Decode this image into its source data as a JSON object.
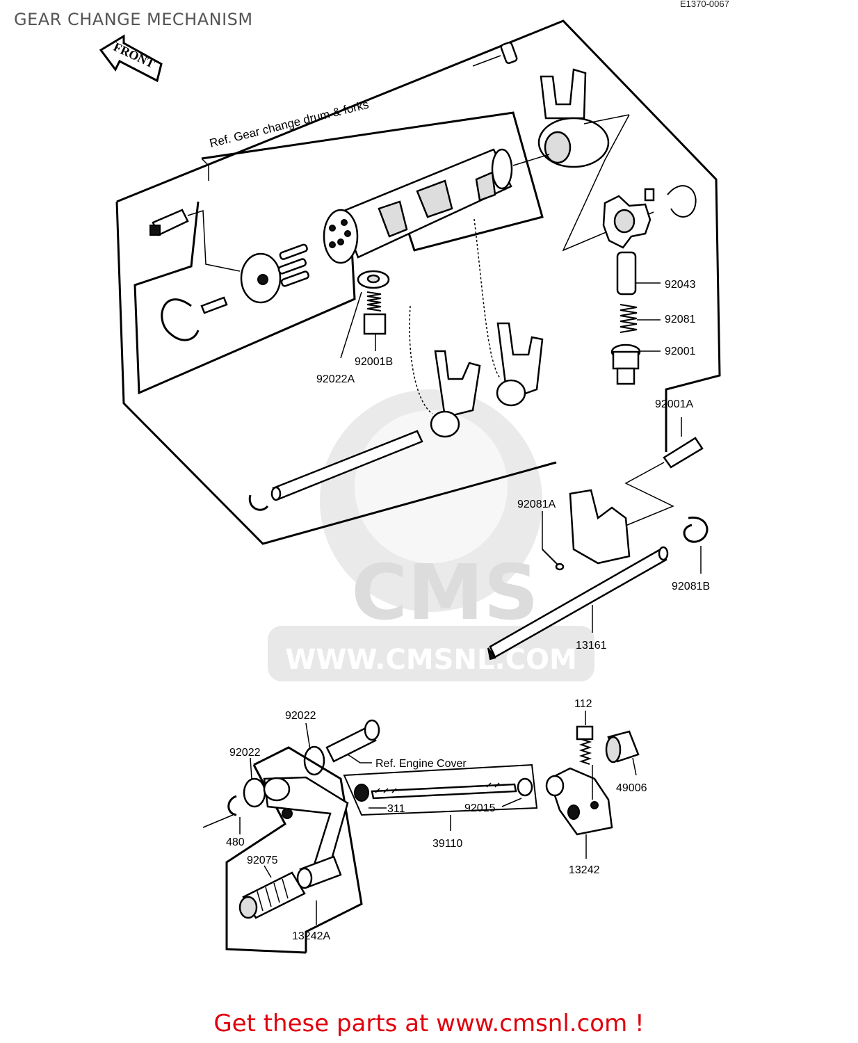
{
  "header": {
    "title": "GEAR CHANGE MECHANISM",
    "diagram_code": "E1370-0067"
  },
  "arrow_label": "FRONT",
  "watermark": {
    "logo": "CMS",
    "url": "WWW.CMSNL.COM"
  },
  "refs": {
    "drum_forks": "Ref.    Gear change drum & forks",
    "engine_cover": "Ref.  Engine Cover"
  },
  "callouts": {
    "p92043": "92043",
    "p92081": "92081",
    "p92001": "92001",
    "p92001B": "92001B",
    "p92022A": "92022A",
    "p92001A": "92001A",
    "p92081A": "92081A",
    "p92081B": "92081B",
    "p13161": "13161",
    "p112": "112",
    "p92022_top": "92022",
    "p92022_left": "92022",
    "p49006": "49006",
    "p480": "480",
    "p311": "311",
    "p92015": "92015",
    "p39110": "39110",
    "p13242": "13242",
    "p92075": "92075",
    "p13242A": "13242A"
  },
  "footer": {
    "cta": "Get these parts at www.cmsnl.com !"
  },
  "colors": {
    "cta": "#e0000d",
    "title": "#555555",
    "watermark": "#d8d8d8"
  }
}
